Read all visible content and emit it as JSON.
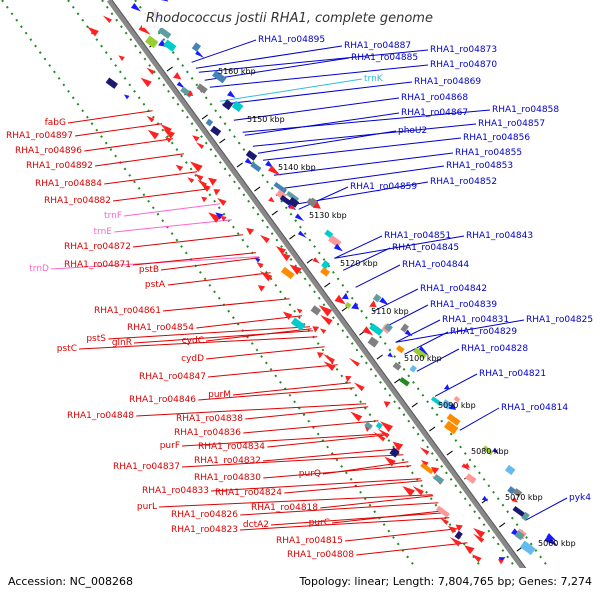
{
  "title": "Rhodococcus jostii RHA1, complete genome",
  "footer": {
    "accession": "Accession: NC_008268",
    "summary": "Topology: linear; Length: 7,804,765 bp; Genes: 7,274"
  },
  "colors": {
    "background": "#ffffff",
    "forward_label": "#0000cc",
    "reverse_label": "#dd0000",
    "rna_label": "#ff66cc",
    "trna_label_blue": "#33bbdd",
    "backbone": "#888888",
    "ring": "#228b22"
  },
  "ruler": [
    "5160 kbp",
    "5150 kbp",
    "5140 kbp",
    "5130 kbp",
    "5120 kbp",
    "5110 kbp",
    "5100 kbp",
    "5090 kbp",
    "5080 kbp",
    "5070 kbp",
    "5060 kbp"
  ],
  "forward_labels": [
    "RHA1_ro04895",
    "RHA1_ro04887",
    "RHA1_ro04885",
    "RHA1_ro04873",
    "RHA1_ro04870",
    "trnK",
    "RHA1_ro04869",
    "RHA1_ro04868",
    "RHA1_ro04867",
    "phoU2",
    "RHA1_ro04858",
    "RHA1_ro04857",
    "RHA1_ro04856",
    "RHA1_ro04855",
    "RHA1_ro04853",
    "RHA1_ro04859",
    "RHA1_ro04852",
    "RHA1_ro04851",
    "RHA1_ro04843",
    "RHA1_ro04845",
    "RHA1_ro04844",
    "RHA1_ro04842",
    "RHA1_ro04839",
    "RHA1_ro04831",
    "RHA1_ro04825",
    "RHA1_ro04829",
    "RHA1_ro04828",
    "RHA1_ro04821",
    "RHA1_ro04814",
    "pyk4"
  ],
  "reverse_labels": [
    "fabG",
    "RHA1_ro04897",
    "RHA1_ro04896",
    "RHA1_ro04892",
    "RHA1_ro04884",
    "RHA1_ro04882",
    "trnF",
    "trnE",
    "RHA1_ro04872",
    "trnD",
    "RHA1_ro04871",
    "pstB",
    "pstA",
    "RHA1_ro04861",
    "RHA1_ro04854",
    "pstS",
    "pstC",
    "glnR",
    "cydC",
    "cydD",
    "RHA1_ro04847",
    "purM",
    "RHA1_ro04846",
    "RHA1_ro04848",
    "RHA1_ro04838",
    "RHA1_ro04836",
    "purF",
    "RHA1_ro04834",
    "RHA1_ro04837",
    "RHA1_ro04832",
    "RHA1_ro04830",
    "purQ",
    "RHA1_ro04833",
    "RHA1_ro04824",
    "purL",
    "RHA1_ro04826",
    "RHA1_ro04818",
    "dctA2",
    "RHA1_ro04823",
    "purC",
    "RHA1_ro04815",
    "RHA1_ro04808"
  ]
}
